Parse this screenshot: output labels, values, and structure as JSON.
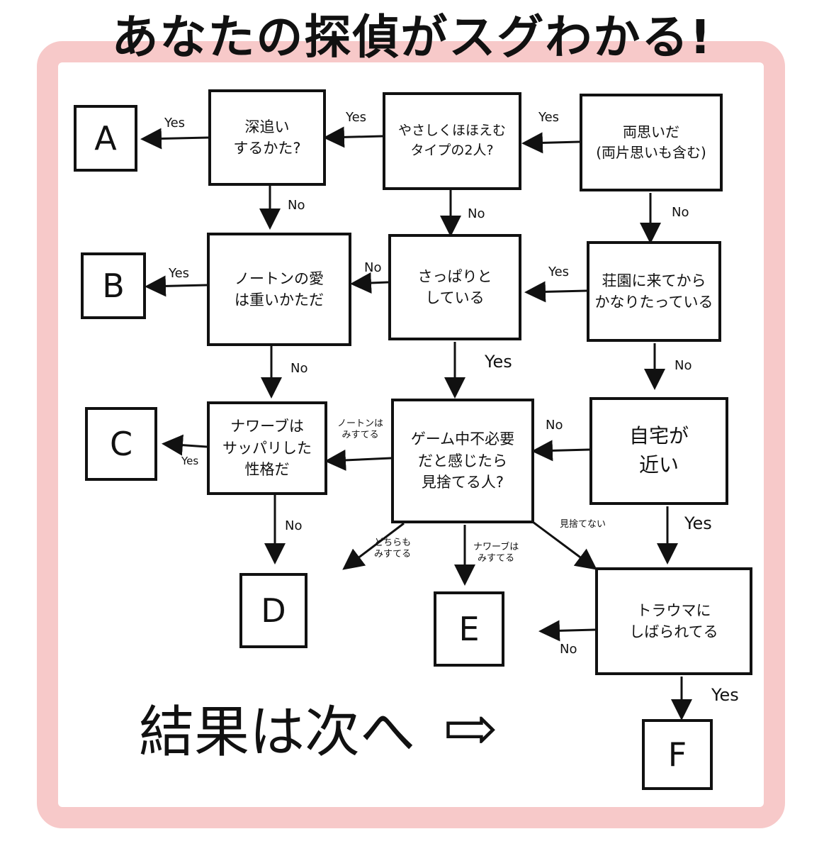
{
  "title": "あなたの探偵がスグわかる!",
  "results": {
    "a": "A",
    "b": "B",
    "c": "C",
    "d": "D",
    "e": "E",
    "f": "F"
  },
  "questions": {
    "q_start": "両思いだ\n(両片思いも含む)",
    "q_smile": "やさしくほほえむ\nタイプの2人?",
    "q_chase": "深追い\nするかた?",
    "q_manor": "荘園に来てから\nかなりたっている",
    "q_sappari": "さっぱりと\nしている",
    "q_norton": "ノートンの愛\nは重いかただ",
    "q_home": "自宅が\n近い",
    "q_game": "ゲーム中不必要\nだと感じたら\n見捨てる人?",
    "q_naib": "ナワーブは\nサッパリした\n性格だ",
    "q_trauma": "トラウマに\nしばられてる"
  },
  "labels": {
    "yes": "Yes",
    "no": "No",
    "norton_mishiteru": "ノートンは\nみすてる",
    "dochiramo": "どちらも\nみすてる",
    "naib_mishiteru": "ナワーブは\nみすてる",
    "misutenai": "見捨てない"
  },
  "footer": "結果は次へ",
  "footer_arrow": "⇨",
  "colors": {
    "frame": "#f7c9c9",
    "ink": "#111111"
  }
}
